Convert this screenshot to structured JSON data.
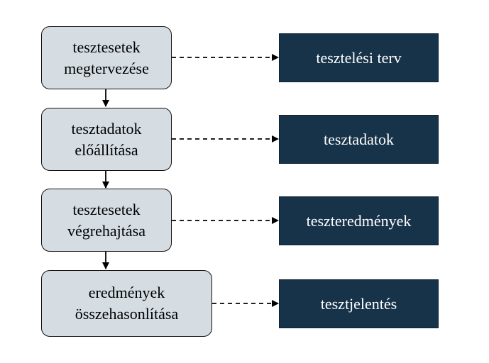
{
  "steps": [
    {
      "line1": "tesztesetek",
      "line2": "megtervezése"
    },
    {
      "line1": "tesztadatok",
      "line2": "előállítása"
    },
    {
      "line1": "tesztesetek",
      "line2": "végrehajtása"
    },
    {
      "line1": "eredmények",
      "line2": "összehasonlítása"
    }
  ],
  "outputs": [
    {
      "label": "tesztelési terv"
    },
    {
      "label": "tesztadatok"
    },
    {
      "label": "teszteredmények"
    },
    {
      "label": "tesztjelentés"
    }
  ],
  "colors": {
    "step_fill": "#d5dde3",
    "output_fill": "#17334a",
    "output_text": "#ffffff",
    "line": "#000000"
  }
}
